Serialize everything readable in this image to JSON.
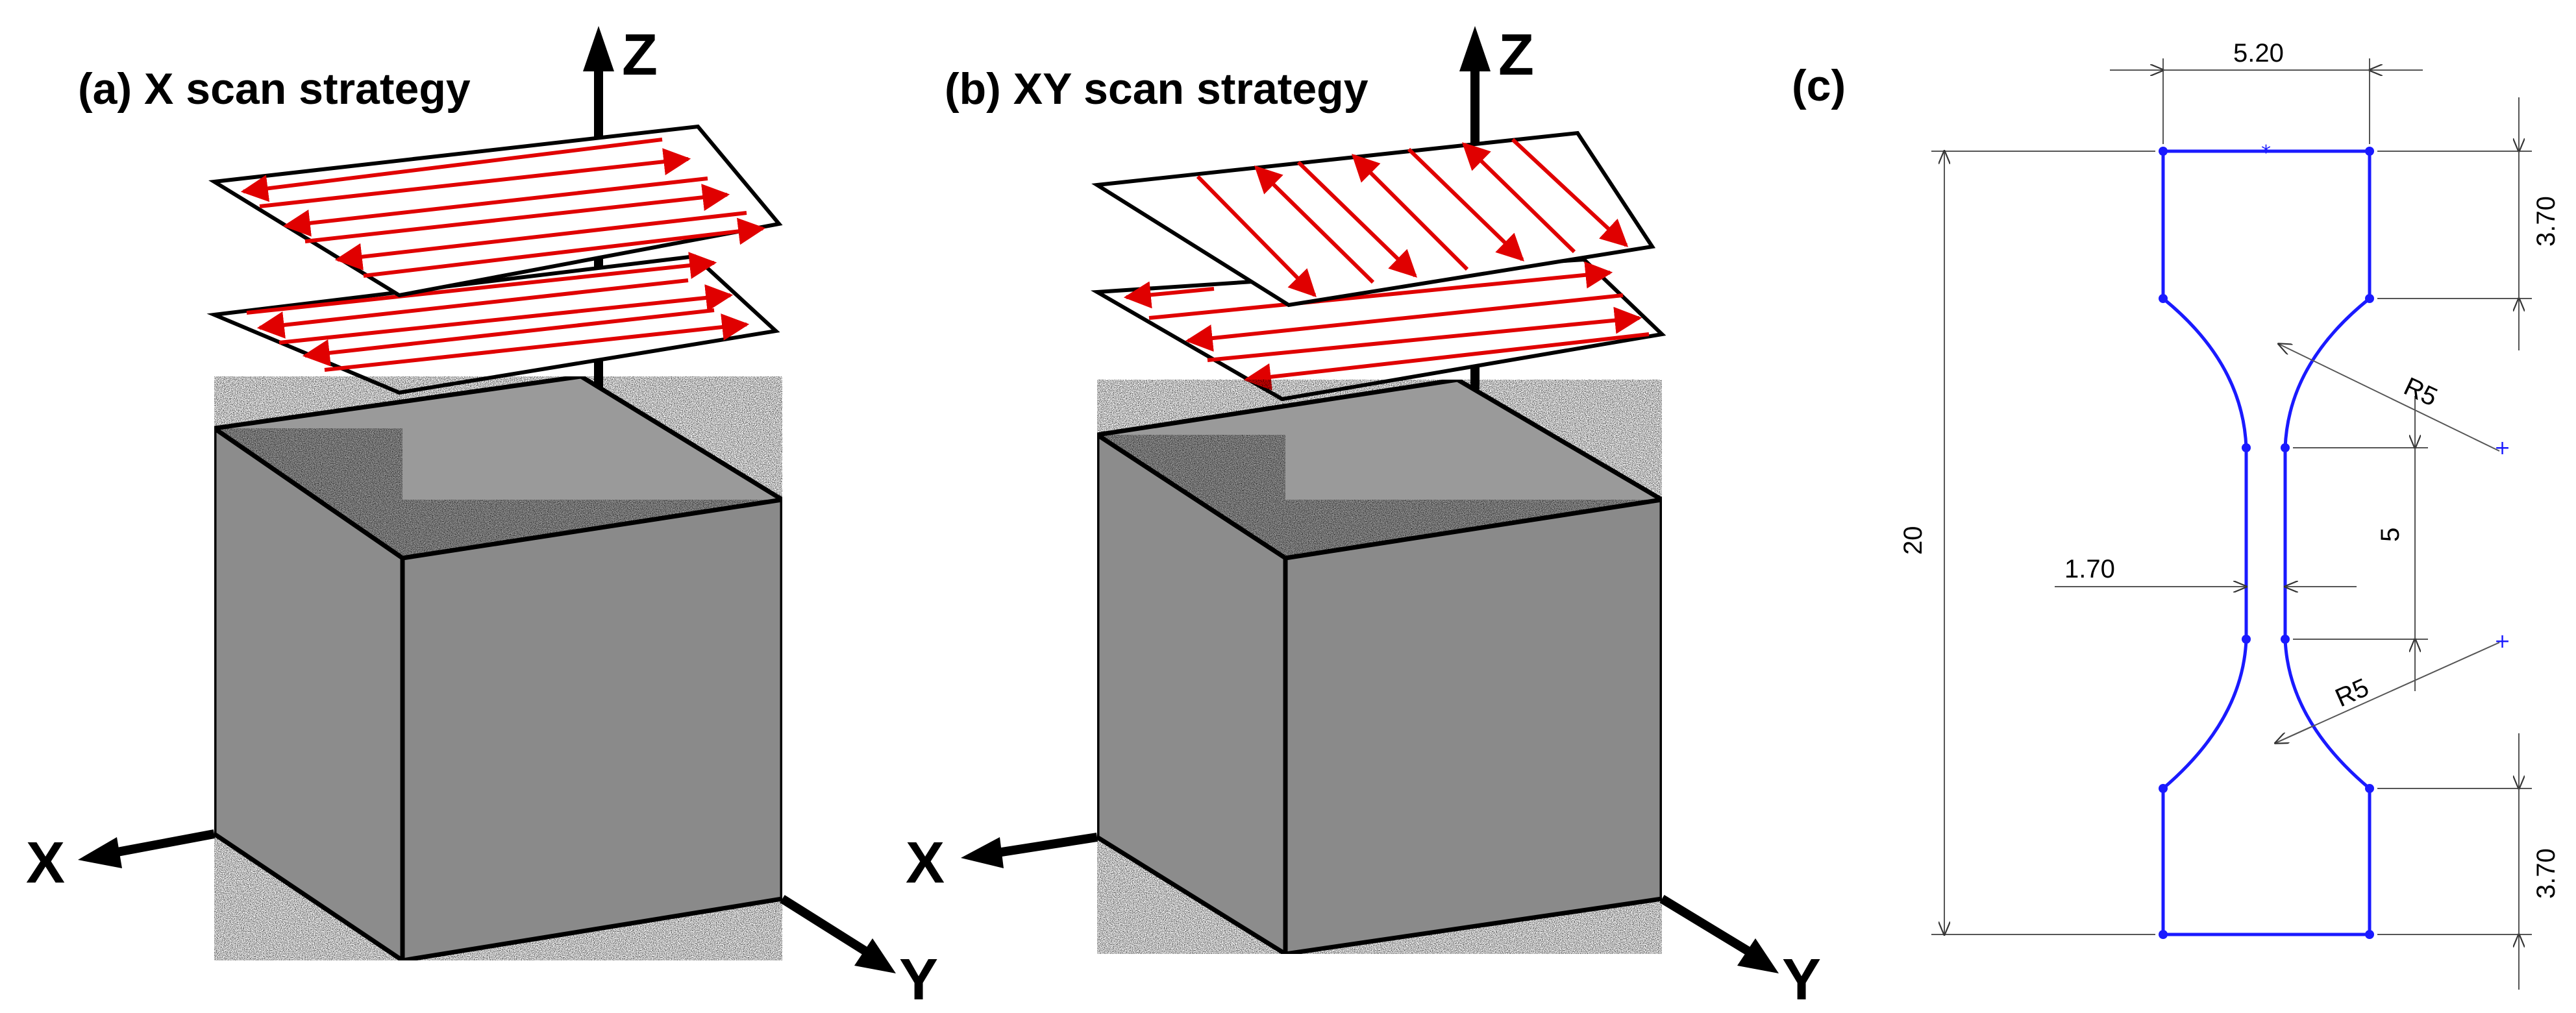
{
  "panels": {
    "a": {
      "title": "(a) X scan strategy",
      "axes": {
        "x": "X",
        "y": "Y",
        "z": "Z"
      }
    },
    "b": {
      "title": "(b) XY scan strategy",
      "axes": {
        "x": "X",
        "y": "Y",
        "z": "Z"
      }
    },
    "c": {
      "title": "(c)"
    }
  },
  "drawing": {
    "top_width": "5.20",
    "top_grip_height": "3.70",
    "bottom_grip_height": "3.70",
    "total_length": "20",
    "gauge_width": "1.70",
    "gauge_length": "5",
    "fillet_radius_upper": "R5",
    "fillet_radius_lower": "R5"
  },
  "colors": {
    "scan_arrow": "#e00000",
    "cube_face": "#8f8f8f",
    "drawing_line": "#1a1aff",
    "dimension_line": "#555555"
  }
}
